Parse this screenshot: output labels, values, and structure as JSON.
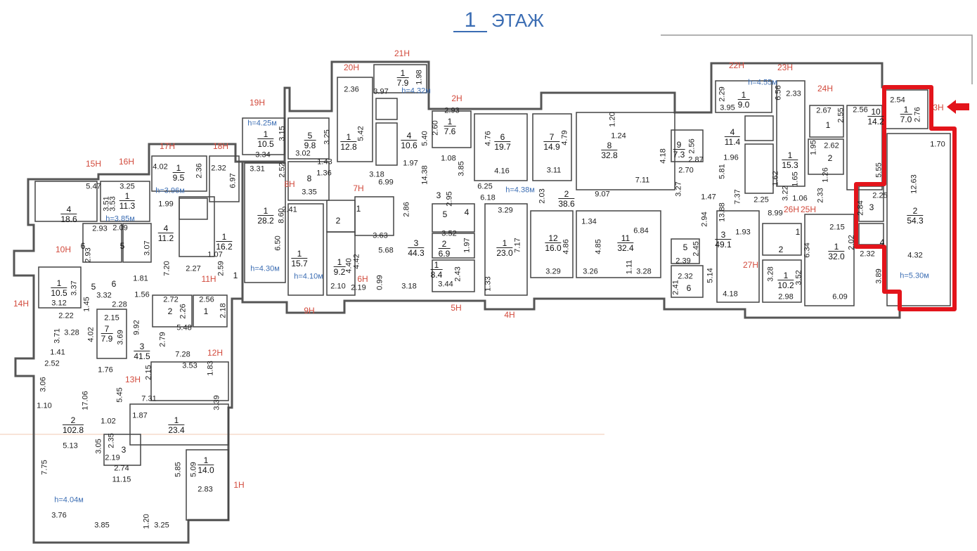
{
  "header": {
    "floor_number": "1",
    "floor_word": "ЭТАЖ"
  },
  "colors": {
    "accent": "#3b6db3",
    "highlight": "#e3141b",
    "entrance": "#d24a3c",
    "wall": "#444444"
  },
  "entrances": [
    "1Н",
    "2Н",
    "3Н",
    "4Н",
    "5Н",
    "6Н",
    "7Н",
    "8Н",
    "9Н",
    "10Н",
    "11Н",
    "12Н",
    "13Н",
    "14Н",
    "15Н",
    "16Н",
    "17Н",
    "18Н",
    "19Н",
    "20Н",
    "21Н",
    "22Н",
    "23Н",
    "24Н",
    "25Н",
    "26Н",
    "27Н"
  ],
  "heights": [
    "h=4.25м",
    "h=3.96м",
    "h=3.85м",
    "h=4.30м",
    "h=4.10м",
    "h=4.32м",
    "h=4.38м",
    "h=4.04м",
    "h=4.55м",
    "h=5.30м"
  ],
  "rooms": [
    {
      "n": "4",
      "a": "18.6"
    },
    {
      "n": "1",
      "a": "11.3"
    },
    {
      "n": "6",
      "a": ""
    },
    {
      "n": "5",
      "a": ""
    },
    {
      "n": "1",
      "a": "9.5"
    },
    {
      "n": "4",
      "a": "11.2"
    },
    {
      "n": "1",
      "a": "16.2"
    },
    {
      "n": "1",
      "a": "10.5"
    },
    {
      "n": "7",
      "a": "7.9"
    },
    {
      "n": "3",
      "a": "41.5"
    },
    {
      "n": "2",
      "a": "102.8"
    },
    {
      "n": "1",
      "a": "23.4"
    },
    {
      "n": "1",
      "a": "14.0"
    },
    {
      "n": "3",
      "a": ""
    },
    {
      "n": "2",
      "a": ""
    },
    {
      "n": "1",
      "a": ""
    },
    {
      "n": "1",
      "a": ""
    },
    {
      "n": "5",
      "a": ""
    },
    {
      "n": "6",
      "a": ""
    },
    {
      "n": "1",
      "a": "10.5"
    },
    {
      "n": "5",
      "a": "9.8"
    },
    {
      "n": "1",
      "a": "28.2"
    },
    {
      "n": "8",
      "a": ""
    },
    {
      "n": "1",
      "a": "15.7"
    },
    {
      "n": "1",
      "a": "12.8"
    },
    {
      "n": "1",
      "a": "7.9"
    },
    {
      "n": "4",
      "a": "10.6"
    },
    {
      "n": "2",
      "a": ""
    },
    {
      "n": "1",
      "a": ""
    },
    {
      "n": "1",
      "a": "9.2"
    },
    {
      "n": "3",
      "a": "44.3"
    },
    {
      "n": "1",
      "a": "7.6"
    },
    {
      "n": "3",
      "a": ""
    },
    {
      "n": "5",
      "a": ""
    },
    {
      "n": "4",
      "a": ""
    },
    {
      "n": "2",
      "a": "6.9"
    },
    {
      "n": "1",
      "a": "8.4"
    },
    {
      "n": "6",
      "a": "19.7"
    },
    {
      "n": "7",
      "a": "14.9"
    },
    {
      "n": "8",
      "a": "32.8"
    },
    {
      "n": "2",
      "a": "38.6"
    },
    {
      "n": "1",
      "a": "23.0"
    },
    {
      "n": "12",
      "a": "16.0"
    },
    {
      "n": "11",
      "a": "32.4"
    },
    {
      "n": "9",
      "a": "7.3"
    },
    {
      "n": "5",
      "a": ""
    },
    {
      "n": "6",
      "a": ""
    },
    {
      "n": "1",
      "a": "9.0"
    },
    {
      "n": "4",
      "a": "11.4"
    },
    {
      "n": "1",
      "a": "15.3"
    },
    {
      "n": "3",
      "a": "49.1"
    },
    {
      "n": "1",
      "a": ""
    },
    {
      "n": "2",
      "a": ""
    },
    {
      "n": "10",
      "a": "14.2"
    },
    {
      "n": "1",
      "a": "7.0"
    },
    {
      "n": "2",
      "a": "54.3"
    },
    {
      "n": "3",
      "a": ""
    },
    {
      "n": "1",
      "a": "32.0"
    },
    {
      "n": "1",
      "a": "10.2"
    },
    {
      "n": "1",
      "a": ""
    },
    {
      "n": "2",
      "a": ""
    },
    {
      "n": "4",
      "a": ""
    }
  ],
  "dimensions": [
    "5.47",
    "3.51",
    "3.25",
    "3.53",
    "4.02",
    "2.36",
    "2.32",
    "6.97",
    "1.99",
    "2.93",
    "2.93",
    "2.09",
    "3.07",
    "1.81",
    "7.20",
    "2.27",
    "1.07",
    "2.59",
    "3.37",
    "3.12",
    "3.32",
    "1.45",
    "2.28",
    "2.22",
    "3.28",
    "3.71",
    "4.02",
    "2.15",
    "3.69",
    "1.41",
    "1.56",
    "9.92",
    "2.79",
    "2.72",
    "2.26",
    "2.56",
    "2.18",
    "5.48",
    "7.28",
    "3.53",
    "1.83",
    "2.15",
    "2.52",
    "3.06",
    "1.76",
    "5.45",
    "17.06",
    "1.10",
    "7.31",
    "3.39",
    "1.87",
    "1.02",
    "7.75",
    "5.13",
    "3.05",
    "2.35",
    "2.19",
    "2.74",
    "11.15",
    "5.85",
    "5.09",
    "2.83",
    "3.76",
    "3.85",
    "1.20",
    "3.25",
    "3.15",
    "3.34",
    "3.31",
    "8.60",
    "3.02",
    "3.25",
    "2.52",
    "1.36",
    "3.35",
    "2.41",
    "6.50",
    "2.36",
    "3.97",
    "1.98",
    "5.42",
    "5.40",
    "1.43",
    "3.18",
    "1.97",
    "6.99",
    "14.38",
    "3.63",
    "2.86",
    "5.68",
    "4.40",
    "4.42",
    "2.10",
    "2.19",
    "0.99",
    "3.18",
    "2.93",
    "2.60",
    "1.08",
    "3.85",
    "2.95",
    "6.25",
    "6.18",
    "3.52",
    "1.97",
    "3.44",
    "2.43",
    "1.33",
    "3.29",
    "7.17",
    "4.76",
    "4.16",
    "3.11",
    "4.79",
    "1.20",
    "1.24",
    "4.18",
    "7.11",
    "2.03",
    "9.07",
    "1.34",
    "6.84",
    "4.86",
    "3.29",
    "4.85",
    "3.26",
    "1.11",
    "3.28",
    "2.56",
    "2.87",
    "2.70",
    "3.27",
    "2.94",
    "2.45",
    "2.39",
    "2.32",
    "2.41",
    "2.29",
    "3.95",
    "6.56",
    "2.33",
    "1.96",
    "5.81",
    "7.37",
    "13.88",
    "1.47",
    "2.25",
    "1.62",
    "3.22",
    "1.65",
    "1.06",
    "2.33",
    "2.67",
    "2.55",
    "1.95",
    "2.62",
    "1.26",
    "2.56",
    "5.55",
    "2.54",
    "2.76",
    "1.70",
    "12.63",
    "2.25",
    "2.84",
    "4.32",
    "8.99",
    "1.93",
    "2.15",
    "2.02",
    "2.32",
    "6.34",
    "3.89",
    "6.09",
    "3.28",
    "3.52",
    "2.98",
    "5.14",
    "4.18"
  ]
}
